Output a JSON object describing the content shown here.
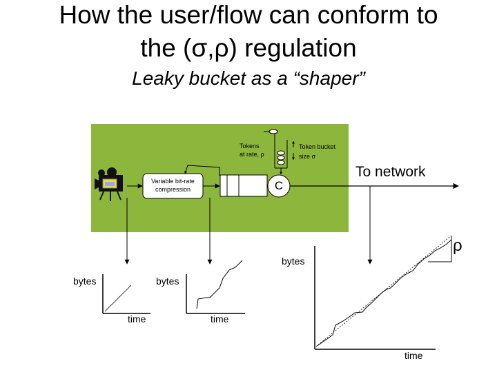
{
  "title_line1": "How the user/flow can conform to",
  "title_line2": "the (σ,ρ) regulation",
  "subtitle": "Leaky bucket as a “shaper”",
  "box": {
    "color": "#8db63c"
  },
  "labels": {
    "tokens": "Tokens",
    "at_rate": "at rate, ρ",
    "token_bucket": "Token bucket",
    "size": "size σ",
    "compression_line1": "Variable bit-rate",
    "compression_line2": "compression",
    "capacity": "C",
    "to_network": "To network",
    "rho": "ρ"
  },
  "graphs": {
    "left": {
      "ylabel": "bytes",
      "xlabel": "time"
    },
    "middle": {
      "ylabel": "bytes",
      "xlabel": "time"
    },
    "right": {
      "ylabel": "bytes",
      "xlabel": "time"
    }
  }
}
